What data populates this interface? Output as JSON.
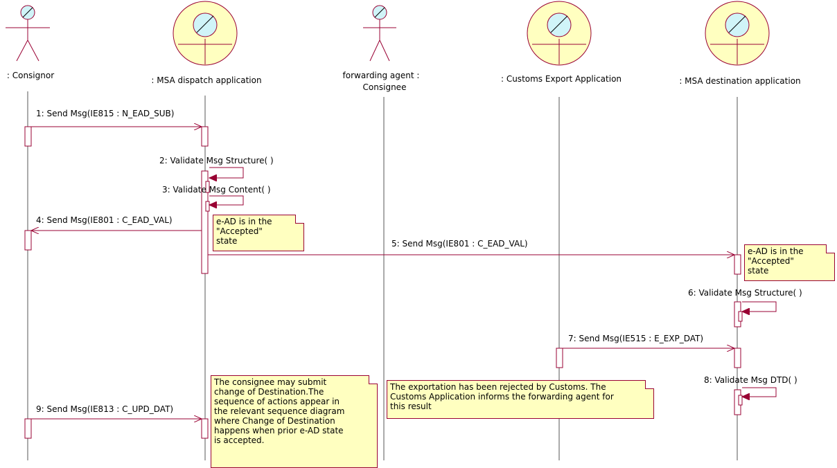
{
  "participants": [
    {
      "kind": "actor",
      "label_lines": [
        ": Consignor"
      ]
    },
    {
      "kind": "boundary",
      "label_lines": [
        ": MSA dispatch application"
      ]
    },
    {
      "kind": "actor",
      "label_lines": [
        "forwarding agent :",
        "Consignee"
      ]
    },
    {
      "kind": "boundary",
      "label_lines": [
        ": Customs Export Application"
      ]
    },
    {
      "kind": "boundary",
      "label_lines": [
        ": MSA destination application"
      ]
    }
  ],
  "messages": [
    {
      "label": "1: Send Msg(IE815 : N_EAD_SUB)"
    },
    {
      "label": "2: Validate Msg Structure( )"
    },
    {
      "label": "3: Validate Msg Content( )"
    },
    {
      "label": "4: Send Msg(IE801 : C_EAD_VAL)"
    },
    {
      "label": "5: Send Msg(IE801 : C_EAD_VAL)"
    },
    {
      "label": "6: Validate Msg Structure( )"
    },
    {
      "label": "7: Send Msg(IE515 : E_EXP_DAT)"
    },
    {
      "label": "8: Validate Msg DTD( )"
    },
    {
      "label": "9: Send Msg(IE813 : C_UPD_DAT)"
    }
  ],
  "notes": [
    {
      "lines": [
        "e-AD is in the",
        "\"Accepted\"",
        "state"
      ]
    },
    {
      "lines": [
        "e-AD is in the",
        "\"Accepted\"",
        "state"
      ]
    },
    {
      "lines": [
        "The consignee may submit",
        "change of Destination.The",
        "sequence of actions appear in",
        "the relevant sequence diagram",
        "where Change of Destination",
        "happens when prior e-AD state",
        "is accepted."
      ]
    },
    {
      "lines": [
        "The exportation has been rejected by Customs. The",
        "Customs Application informs the forwarding agent for",
        "this result"
      ]
    }
  ],
  "colors": {
    "line": "#990033",
    "note_fill": "#ffffc0",
    "boundary_fill": "#ffffc0",
    "glass": "#d0f4f8"
  }
}
